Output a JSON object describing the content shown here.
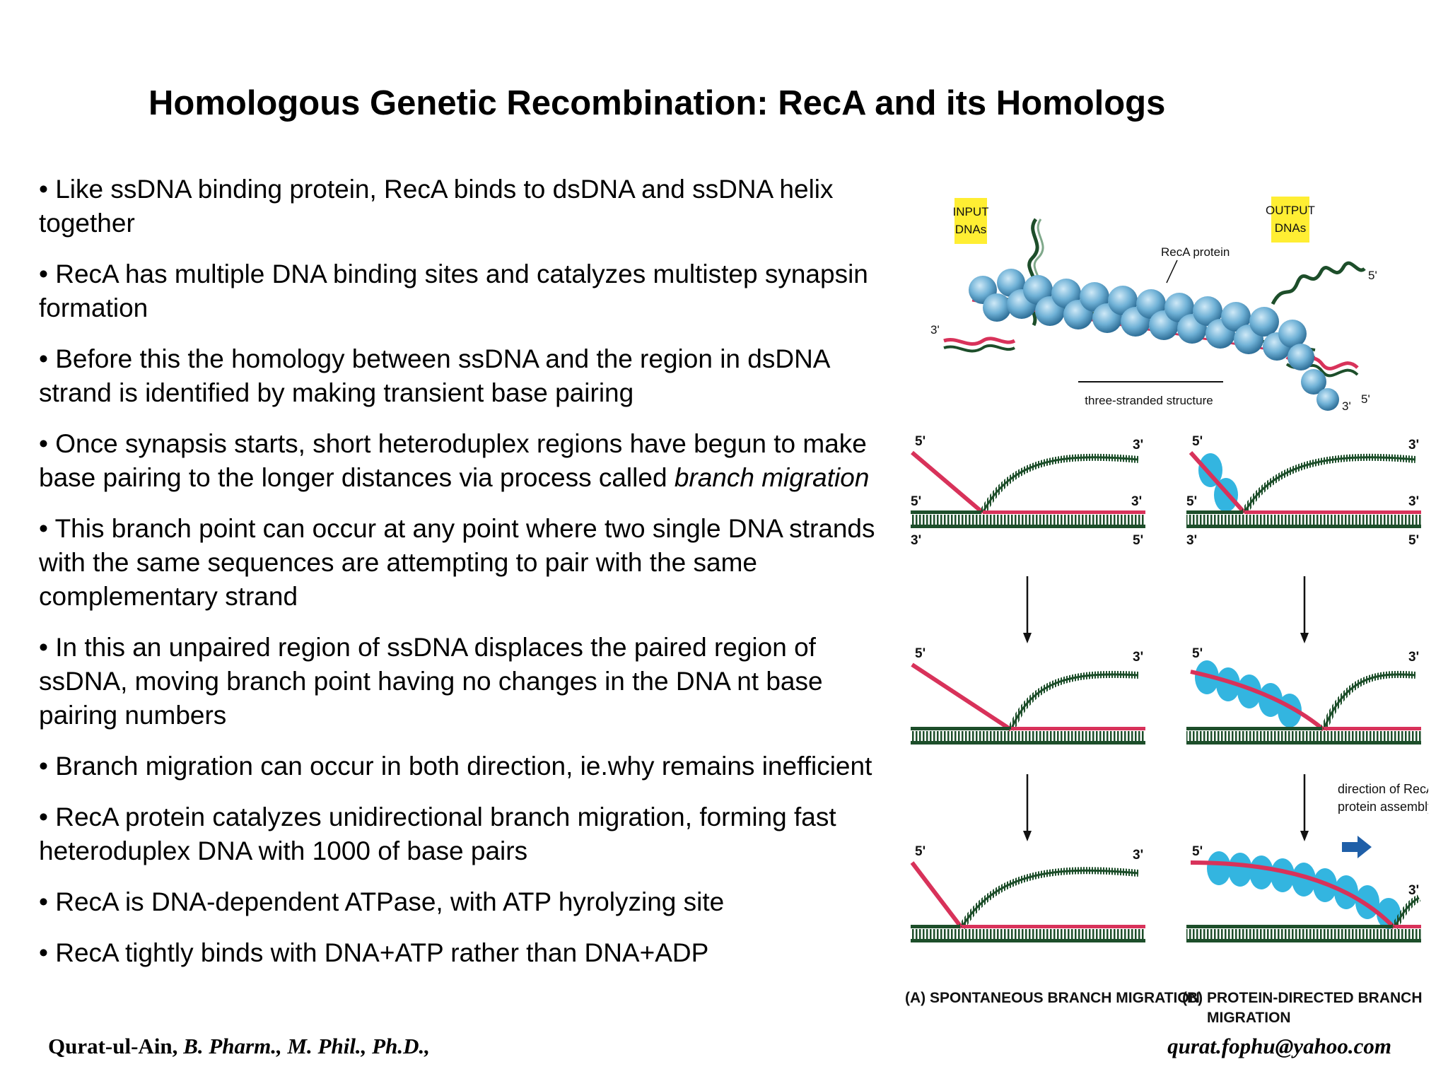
{
  "slide": {
    "title": "Homologous Genetic Recombination: RecA and its Homologs",
    "bullets": [
      {
        "text": "• Like ssDNA binding protein, RecA binds to dsDNA and ssDNA helix together"
      },
      {
        "text": "• RecA has multiple DNA binding sites and catalyzes multistep synapsin formation"
      },
      {
        "text": "• Before this the homology between ssDNA and the region in dsDNA strand is identified by making transient base pairing"
      },
      {
        "text_before": "• Once synapsis starts, short heteroduplex regions have begun to make base pairing to the longer distances via process called ",
        "text_italic": "branch migration"
      },
      {
        "text": "• This branch point can occur at any point where two single DNA strands with the same sequences are attempting to pair with the same complementary strand"
      },
      {
        "text": "• In this an unpaired region of ssDNA displaces the paired region of ssDNA, moving branch point having no changes in the DNA nt base pairing numbers"
      },
      {
        "text": "• Branch migration can occur in both direction, ie.why remains inefficient"
      },
      {
        "text": "• RecA protein catalyzes unidirectional branch migration, forming fast heteroduplex DNA with 1000 of base pairs"
      },
      {
        "text": "• RecA is DNA-dependent ATPase, with ATP hyrolyzing site"
      },
      {
        "text": "• RecA tightly binds with DNA+ATP rather than DNA+ADP"
      }
    ],
    "footer": {
      "author_name": "Qurat-ul-Ain,",
      "author_degrees": " B. Pharm., M. Phil., Ph.D.,",
      "email": "qurat.fophu@yahoo.com"
    }
  },
  "figure": {
    "top": {
      "input_label_1": "INPUT",
      "input_label_2": "DNAs",
      "output_label_1": "OUTPUT",
      "output_label_2": "DNAs",
      "protein_label": "RecA protein",
      "structure_label": "three-stranded structure",
      "end_3": "3'",
      "end_5": "5'"
    },
    "panel_a_caption": "(A) SPONTANEOUS BRANCH MIGRATION",
    "panel_b_caption_1": "(B) PROTEIN-DIRECTED BRANCH",
    "panel_b_caption_2": "MIGRATION",
    "direction_label_1": "direction of RecA",
    "direction_label_2": "protein assembly",
    "end_5": "5'",
    "end_3": "3'",
    "colors": {
      "yellow_label": "#ffee33",
      "recA_blue": "#33b5e0",
      "recA_dark": "#3a7fa8",
      "strand_red": "#d8325a",
      "strand_green": "#1d4e2a",
      "arrow_blue": "#1f5fa8"
    }
  }
}
